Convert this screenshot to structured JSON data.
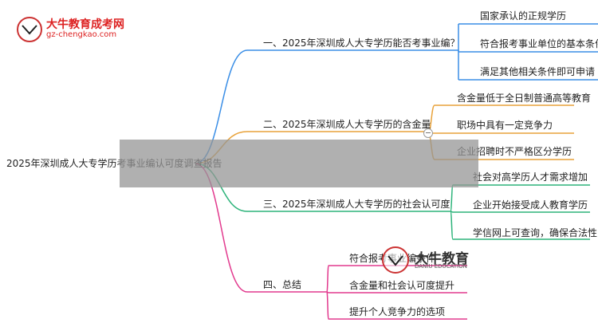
{
  "logo": {
    "title": "大牛教育成考网",
    "url": "gz-chengkao.com"
  },
  "watermark": {
    "title": "大牛教育",
    "subtitle": "DANIU EDUCATION"
  },
  "mindmap": {
    "root": "2025年深圳成人大专学历考事业编认可度调查报告",
    "branches": [
      {
        "label": "一、2025年深圳成人大专学历能否考事业编？",
        "color": "#3a8ee6",
        "children": [
          "国家承认的正规学历",
          "符合报考事业单位的基本条件",
          "满足其他相关条件即可申请"
        ]
      },
      {
        "label": "二、2025年深圳成人大专学历的含金量",
        "color": "#e8a23a",
        "children": [
          "含金量低于全日制普通高等教育",
          "职场中具有一定竞争力",
          "企业招聘时不严格区分学历"
        ]
      },
      {
        "label": "三、2025年深圳成人大专学历的社会认可度",
        "color": "#2db37a",
        "children": [
          "社会对高学历人才需求增加",
          "企业开始接受成人教育学历",
          "学信网上可查询，确保合法性"
        ]
      },
      {
        "label": "四、总结",
        "color": "#e23a8e",
        "children": [
          "符合报考事业编条件",
          "含金量和社会认可度提升",
          "提升个人竞争力的选项"
        ]
      }
    ]
  }
}
